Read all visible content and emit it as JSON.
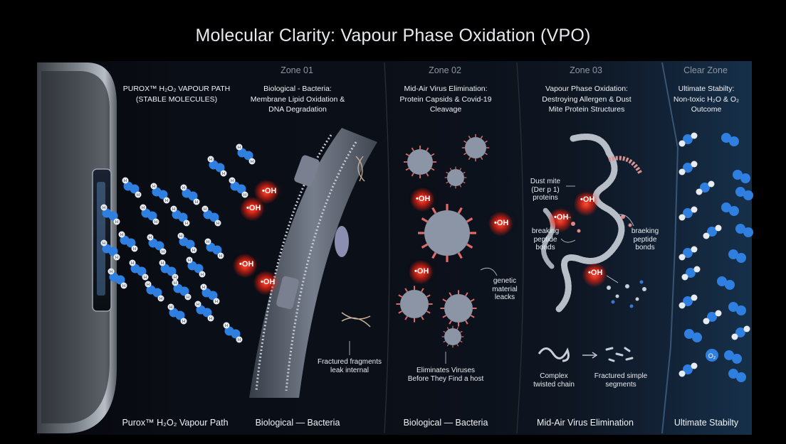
{
  "title": "Molecular Clarity: Vapour Phase Oxidation (VPO)",
  "columns": [
    {
      "zone": "",
      "heading_lines": [
        "PUROX™ H₂O₂ VAPOUR PATH",
        "(STABLE MOLECULES)"
      ],
      "footer": "Purox™ H₂O₂ Vapour Path"
    },
    {
      "zone": "Zone 01",
      "heading_lines": [
        "Biological - Bacteria:",
        "Membrane Lipid Oxidation &",
        "DNA Degradation"
      ],
      "footer": "Biological — Bacteria"
    },
    {
      "zone": "Zone 02",
      "heading_lines": [
        "Mid-Air Virus Elimination:",
        "Protein Capsids & Covid-19",
        "Cleavage"
      ],
      "footer": "Biological — Bacteria"
    },
    {
      "zone": "Zone 03",
      "heading_lines": [
        "Vapour Phase Oxidation:",
        "Destroying Allergen & Dust",
        "Mite Protein Structures"
      ],
      "footer": "Mid-Air Virus Elimination"
    },
    {
      "zone": "Clear Zone",
      "heading_lines": [
        "Ultimate Stabilty:",
        "Non-toxic H₂O & O₂",
        "Outcome"
      ],
      "footer": "Ultimate Stabilty"
    }
  ],
  "radical_label": "•OH",
  "annotations": {
    "fractured_fragments": [
      "Fractured fragments",
      "leak internal"
    ],
    "eliminates_viruses": [
      "Eliminates Viruses",
      "Before They Find a host"
    ],
    "genetic_material": [
      "genetic",
      "material",
      "leacks"
    ],
    "dust_mite_proteins": [
      "Dust mite",
      "(Der p 1)",
      "proteins"
    ],
    "breaking_left": [
      "breaking",
      "peptide",
      "bonds"
    ],
    "breaking_right": [
      "braeking",
      "peptide",
      "bonds"
    ],
    "complex_chain": [
      "Complex",
      "twisted chain"
    ],
    "fractured_segments": [
      "Fractured simple",
      "segments"
    ]
  },
  "atom_labels": {
    "hydrogen": "H",
    "oxygen_molecule": "O₂"
  },
  "colors": {
    "oxygen_atom": "#2f7fe0",
    "hydrogen_atom": "#e8ebef",
    "radical_glow": "#ff2a1a",
    "virus": "#8b95a6",
    "virus_spike": "#e06a6a",
    "membrane": "#7c8494",
    "clear_zone_bg": "#16304a"
  },
  "icons": [
    "air-purifier-device",
    "h2o2-molecule",
    "hydroxyl-radical",
    "bacteria-membrane",
    "dna-strand",
    "coronavirus",
    "protein-chain",
    "water-molecule",
    "oxygen-molecule",
    "arrow"
  ]
}
